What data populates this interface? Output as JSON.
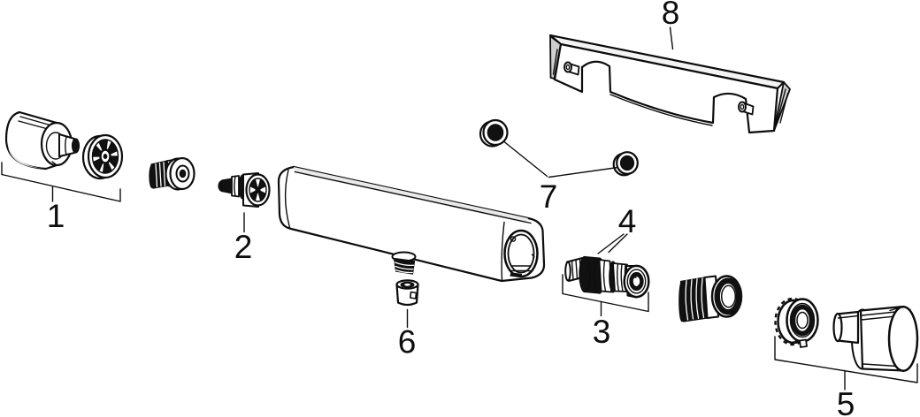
{
  "diagram": {
    "background_color": "#ffffff",
    "line_color": "#0d0d0d",
    "dark_fill": "#111111",
    "shade_color": "#e9e9e9",
    "callouts": [
      {
        "part": "handle-assembly",
        "label": "1"
      },
      {
        "part": "small-cartridge",
        "label": "2"
      },
      {
        "part": "thermostatic-cartridge",
        "label": "3"
      },
      {
        "part": "cartridge-o-rings",
        "label": "4"
      },
      {
        "part": "knob-assembly",
        "label": "5"
      },
      {
        "part": "outlet-nut",
        "label": "6"
      },
      {
        "part": "inlet-seals",
        "label": "7"
      },
      {
        "part": "wall-bracket",
        "label": "8"
      }
    ]
  }
}
